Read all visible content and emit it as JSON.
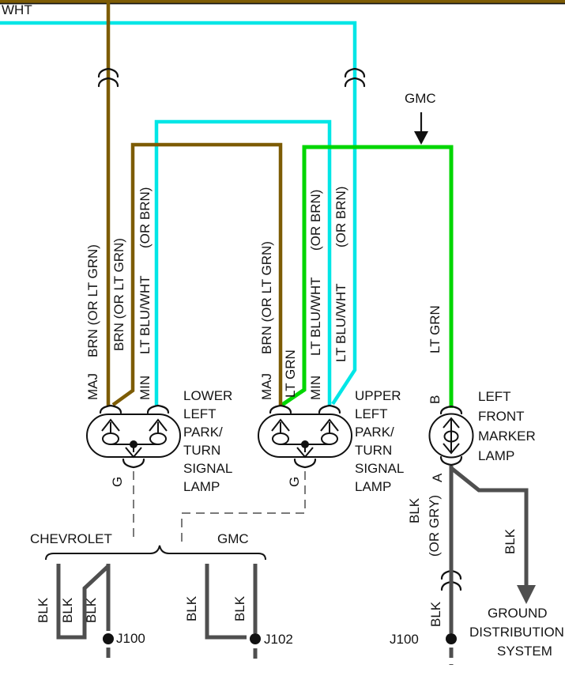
{
  "colors": {
    "wire_brown": "#7d5c05",
    "wire_cyan": "#00e6e6",
    "wire_green": "#00d600",
    "wire_grey": "#4f4f4f",
    "wire_dash": "#7a7a7a",
    "line_black": "#151515"
  },
  "top": {
    "wire_label_wht": "WHT",
    "gmc_branch_label": "GMC"
  },
  "left_lamp": {
    "terminal_maj": "MAJ",
    "terminal_min": "MIN",
    "terminal_g": "G",
    "wire_maj_1": "BRN (OR LT GRN)",
    "wire_maj_2": "BRN (OR LT GRN)",
    "wire_min": "LT BLU/WHT",
    "wire_min_alt": "(OR BRN)",
    "name_lines": [
      "LOWER",
      "LEFT",
      "PARK/",
      "TURN",
      "SIGNAL",
      "LAMP"
    ]
  },
  "upper_lamp": {
    "terminal_maj": "MAJ",
    "terminal_min": "MIN",
    "terminal_g": "G",
    "wire_maj_1": "BRN (OR LT GRN)",
    "wire_maj_2": "LT GRN",
    "wire_min_1": "LT BLU/WHT",
    "wire_min_1_alt": "(OR BRN)",
    "wire_min_2": "LT BLU/WHT",
    "wire_min_2_alt": "(OR BRN)",
    "name_lines": [
      "UPPER",
      "LEFT",
      "PARK/",
      "TURN",
      "SIGNAL",
      "LAMP"
    ]
  },
  "marker_lamp": {
    "terminal_b": "B",
    "terminal_a": "A",
    "wire_b": "LT GRN",
    "wire_a": "BLK",
    "wire_a_alt": "(OR GRY)",
    "wire_branch": "BLK",
    "wire_below_connector": "BLK",
    "name_lines": [
      "LEFT",
      "FRONT",
      "MARKER",
      "LAMP"
    ]
  },
  "ground_section": {
    "chevrolet_label": "CHEVROLET",
    "gmc_label": "GMC",
    "chevrolet_wires": [
      "BLK",
      "BLK",
      "BLK"
    ],
    "gmc_wires": [
      "BLK",
      "BLK"
    ],
    "splice_j100_left": "J100",
    "splice_j102": "J102",
    "splice_j100_right": "J100",
    "ground_distribution_lines": [
      "GROUND",
      "DISTRIBUTION",
      "SYSTEM"
    ]
  }
}
